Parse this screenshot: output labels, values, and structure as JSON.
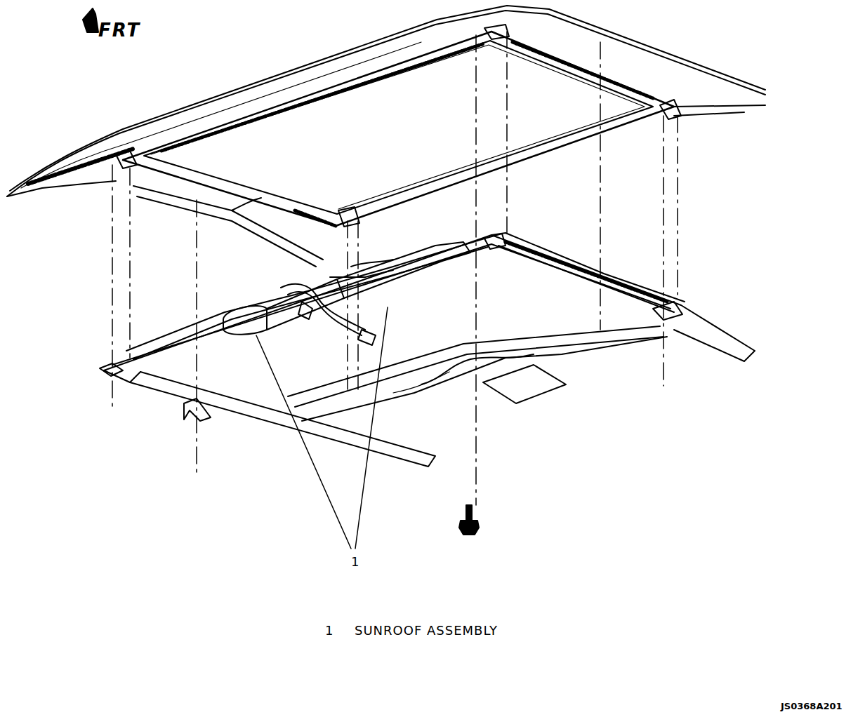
{
  "diagram": {
    "labels": [
      "FRT",
      "1",
      "1",
      "SUNROOF ASSEMBLY",
      "JS0368A201"
    ]
  }
}
